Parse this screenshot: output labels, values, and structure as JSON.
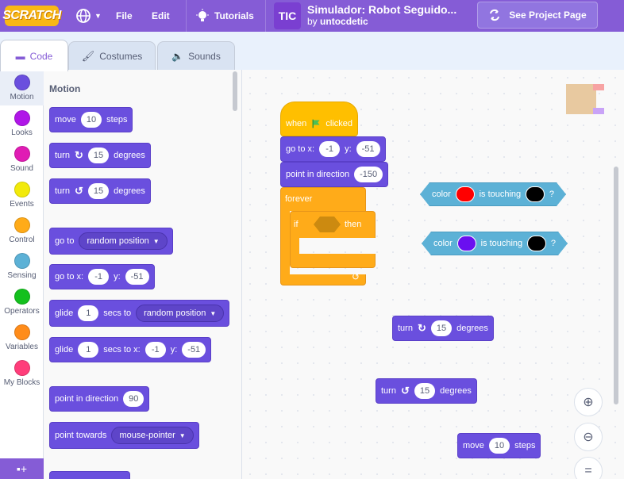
{
  "menubar": {
    "logo": "SCRATCH",
    "file": "File",
    "edit": "Edit",
    "tutorials": "Tutorials",
    "project_title": "Simulador: Robot Seguido...",
    "by_label": "by",
    "author": "untocdetic",
    "thumb_text": "TIC",
    "see_project": "See Project Page"
  },
  "tabs": [
    {
      "label": "Code"
    },
    {
      "label": "Costumes"
    },
    {
      "label": "Sounds"
    }
  ],
  "categories": [
    {
      "label": "Motion",
      "color": "#4c97ff",
      "dot": "#6a4fde"
    },
    {
      "label": "Looks",
      "color": "#9966ff",
      "dot": "#b016e8"
    },
    {
      "label": "Sound",
      "color": "#cf63cf",
      "dot": "#e01cb4"
    },
    {
      "label": "Events",
      "color": "#ffbf00",
      "dot": "#f2ea0a"
    },
    {
      "label": "Control",
      "color": "#ffab19",
      "dot": "#ffab19"
    },
    {
      "label": "Sensing",
      "color": "#5cb1d6",
      "dot": "#5cb1d6"
    },
    {
      "label": "Operators",
      "color": "#59c059",
      "dot": "#14c01e"
    },
    {
      "label": "Variables",
      "color": "#ff8c1a",
      "dot": "#ff8c1a"
    },
    {
      "label": "My Blocks",
      "color": "#ff6680",
      "dot": "#ff3d7a"
    }
  ],
  "palette": {
    "title": "Motion",
    "move": {
      "a": "move",
      "v": "10",
      "b": "steps"
    },
    "turn_right": {
      "a": "turn",
      "v": "15",
      "b": "degrees"
    },
    "turn_left": {
      "a": "turn",
      "v": "15",
      "b": "degrees"
    },
    "goto": {
      "a": "go to",
      "v": "random position"
    },
    "gotoxy": {
      "a": "go to x:",
      "x": "-1",
      "b": "y:",
      "y": "-51"
    },
    "glide": {
      "a": "glide",
      "v": "1",
      "b": "secs to",
      "d": "random position"
    },
    "glidexy": {
      "a": "glide",
      "v": "1",
      "b": "secs to x:",
      "x": "-1",
      "c": "y:",
      "y": "-51"
    },
    "direction": {
      "a": "point in direction",
      "v": "90"
    },
    "towards": {
      "a": "point towards",
      "v": "mouse-pointer"
    }
  },
  "script": {
    "hat": {
      "a": "when",
      "b": "clicked"
    },
    "gotoxy": {
      "a": "go to x:",
      "x": "-1",
      "b": "y:",
      "y": "-51"
    },
    "direction": {
      "a": "point in direction",
      "v": "-150"
    },
    "forever": "forever",
    "if": "if",
    "then": "then"
  },
  "floating": {
    "sense1": {
      "a": "color",
      "b": "is touching",
      "q": "?",
      "c1": "#ff0000",
      "c2": "#000000"
    },
    "sense2": {
      "a": "color",
      "b": "is touching",
      "q": "?",
      "c1": "#6a0ff0",
      "c2": "#000000"
    },
    "turn_right": {
      "a": "turn",
      "v": "15",
      "b": "degrees"
    },
    "turn_left": {
      "a": "turn",
      "v": "15",
      "b": "degrees"
    },
    "move": {
      "a": "move",
      "v": "10",
      "b": "steps"
    }
  }
}
